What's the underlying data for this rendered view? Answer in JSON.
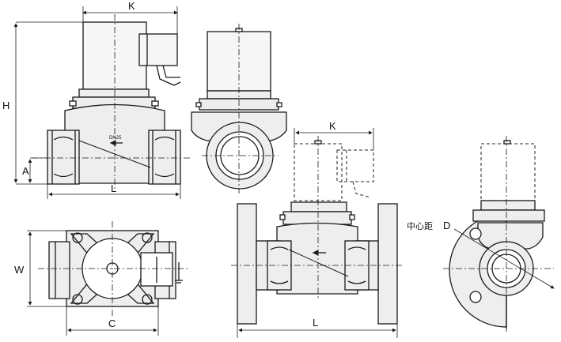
{
  "dimension_labels": {
    "K_front": "K",
    "H": "H",
    "A": "A",
    "L_front": "L",
    "W": "W",
    "C": "C",
    "K_flange": "K",
    "L_flange": "L",
    "D": "D"
  },
  "annotations": {
    "body_marking": "DN25",
    "center_distance": "中心距"
  },
  "colors": {
    "line": "#1a1a1a",
    "body_fill": "#eeeeee",
    "coil_fill": "#f6f6f6",
    "dashed": "#555555"
  }
}
